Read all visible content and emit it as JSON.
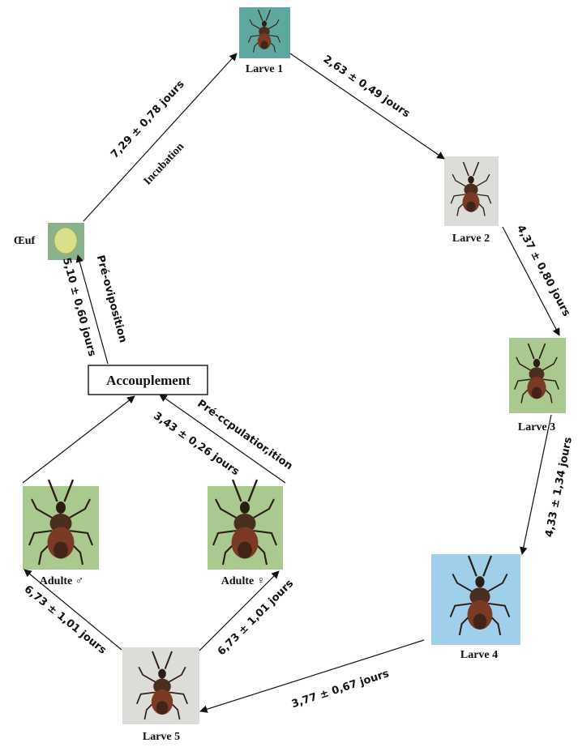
{
  "stages": {
    "egg": "Œuf",
    "larva1": "Larve 1",
    "larva2": "Larve 2",
    "larva3": "Larve 3",
    "larva4": "Larve 4",
    "larva5": "Larve 5",
    "adult_male": "Adulte ♂",
    "adult_female": "Adulte ♀",
    "mating": "Accouplement"
  },
  "durations": {
    "incubation": "7,29 ± 0,78 jours",
    "l1_l2": "2,63 ± 0,49 jours",
    "l2_l3": "4,37 ± 0,80 jours",
    "l3_l4": "4,33 ± 1,34 jours",
    "l4_l5": "3,77 ± 0,67 jours",
    "l5_male": "6,73 ± 1,01 jours",
    "l5_female": "6,73 ± 1,01 jours",
    "precopulation": "3,43 ± 0,26 jours",
    "preoviposition": "5,10 ± 0,60 jours"
  },
  "phases": {
    "incubation": "Incubation",
    "preoviposition": "Pré-oviposition",
    "precopulation": "Pré-ccpulatior,ition"
  },
  "colors": {
    "teal_bg": "#5fa8a0",
    "gray_bg": "#dcdcd8",
    "green_bg": "#a9c98e",
    "blue_bg": "#9fcfea",
    "egg_bg": "#8ab28a",
    "egg": "#d9e08a",
    "bug_body": "#3a2418",
    "bug_red": "#8a3a22"
  },
  "icons": [
    "insect-photo",
    "egg-photo",
    "arrow"
  ]
}
